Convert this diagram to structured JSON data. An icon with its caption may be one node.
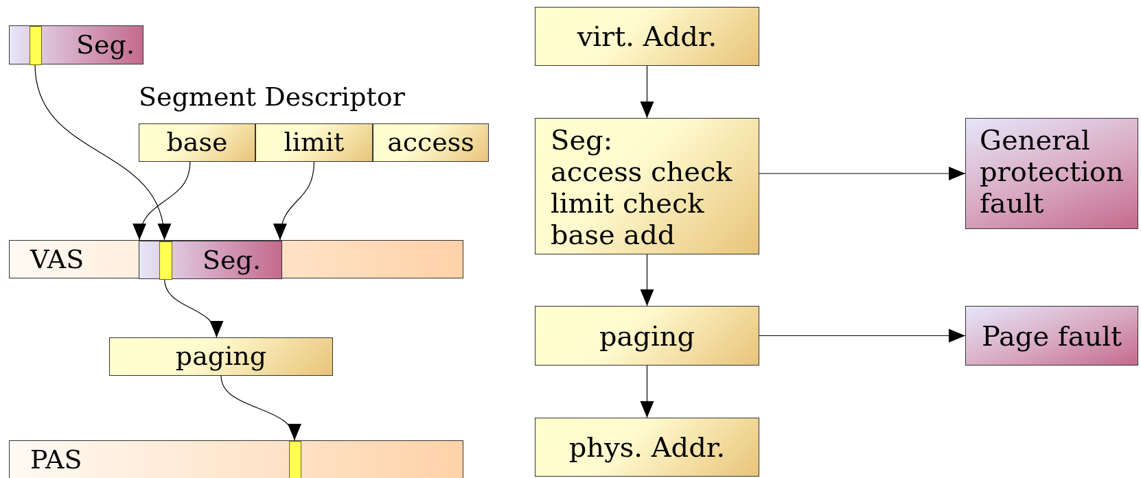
{
  "diagram": {
    "nodes": [
      {
        "text": [
          "Seg."
        ]
      },
      {
        "text": [],
        "shape": "bar",
        "in": 0
      },
      {
        "text": [
          "Segment Descriptor"
        ]
      },
      {
        "text": [
          "base"
        ],
        "in": 2
      },
      {
        "text": [
          "limit"
        ],
        "in": 2
      },
      {
        "text": [
          "access"
        ],
        "in": 2
      },
      {
        "text": [
          "VAS"
        ]
      },
      {
        "text": [
          "Seg."
        ],
        "in": 6
      },
      {
        "text": [],
        "shape": "bar",
        "in": 7
      },
      {
        "text": [
          "paging"
        ]
      },
      {
        "text": [
          "PAS"
        ]
      },
      {
        "text": [],
        "shape": "bar",
        "in": 10
      },
      {
        "text": [
          "virt. Addr."
        ]
      },
      {
        "text": [
          "Seg:",
          "access check",
          "limit check",
          "base add"
        ]
      },
      {
        "text": [
          "General protection fault"
        ]
      },
      {
        "text": [
          "paging"
        ]
      },
      {
        "text": [
          "Page fault"
        ]
      },
      {
        "text": [
          "phys. Addr."
        ]
      }
    ],
    "edges": [
      {
        "from": 1,
        "to": 8,
        "arrow": "to"
      },
      {
        "from": 3,
        "to": 7,
        "arrow": "to"
      },
      {
        "from": 4,
        "to": 7,
        "arrow": "to"
      },
      {
        "from": 8,
        "to": 9,
        "arrow": "to"
      },
      {
        "from": 9,
        "to": 11,
        "arrow": "to"
      },
      {
        "from": 12,
        "to": 13,
        "arrow": "to"
      },
      {
        "from": 13,
        "to": 14,
        "arrow": "to"
      },
      {
        "from": 13,
        "to": 15,
        "arrow": "to"
      },
      {
        "from": 15,
        "to": 16,
        "arrow": "to"
      },
      {
        "from": 15,
        "to": 17,
        "arrow": "to"
      }
    ]
  }
}
